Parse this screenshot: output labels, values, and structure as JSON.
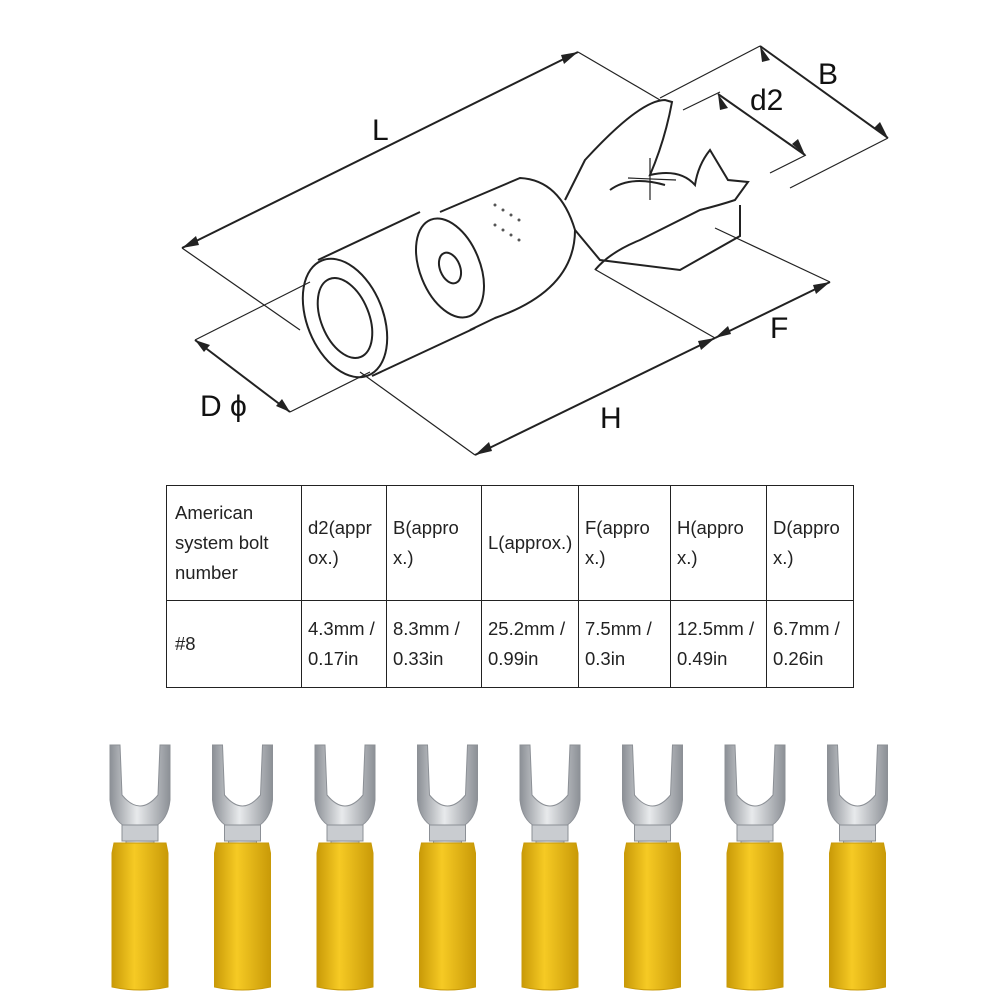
{
  "diagram": {
    "labels": {
      "L": "L",
      "B": "B",
      "d2": "d2",
      "F": "F",
      "H": "H",
      "D": "D ϕ"
    }
  },
  "table": {
    "headers": [
      "American system bolt number",
      "d2(approx.)",
      "B(approx.)",
      "L(approx.)",
      "F(approx.)",
      "H(approx.)",
      "D(approx.)"
    ],
    "rows": [
      [
        "#8",
        "4.3mm / 0.17in",
        "8.3mm / 0.33in",
        "25.2mm / 0.99in",
        "7.5mm / 0.3in",
        "12.5mm / 0.49in",
        "6.7mm / 0.26in"
      ]
    ]
  },
  "photo": {
    "terminal_count": 8,
    "colors": {
      "insulation": "#f2c21a",
      "insulation_shadow": "#c99a08",
      "metal": "#c9ccd0",
      "metal_dark": "#8c9096"
    }
  }
}
